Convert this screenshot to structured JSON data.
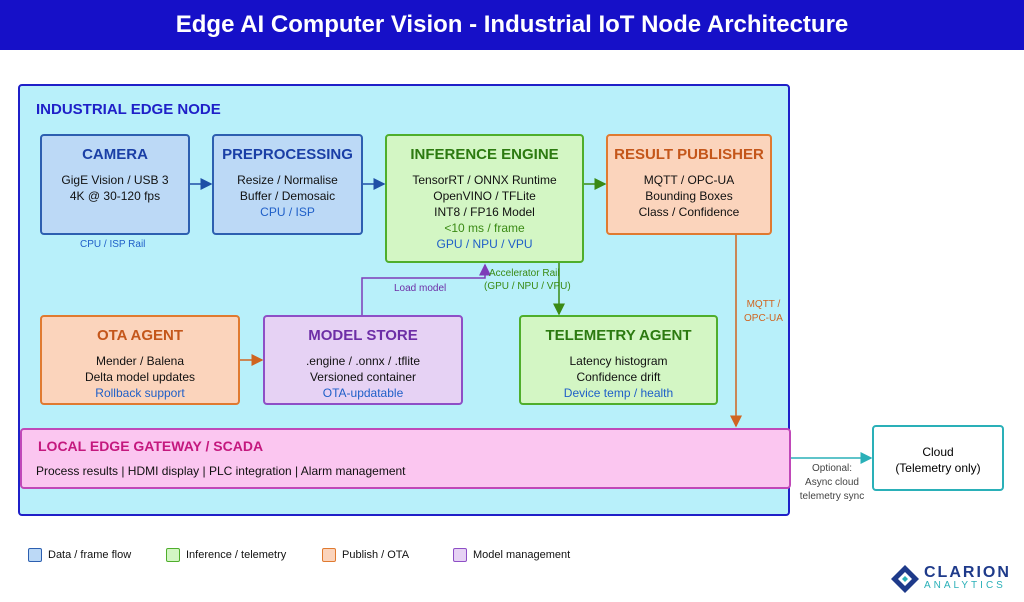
{
  "title": "Edge AI Computer Vision - Industrial IoT Node Architecture",
  "edge_node": {
    "label": "INDUSTRIAL EDGE NODE"
  },
  "camera": {
    "title": "CAMERA",
    "lines": [
      "GigE Vision / USB 3",
      "4K @ 30-120 fps"
    ],
    "rail": "CPU / ISP Rail"
  },
  "preprocessing": {
    "title": "PREPROCESSING",
    "lines": [
      "Resize / Normalise",
      "Buffer / Demosaic",
      "CPU / ISP"
    ]
  },
  "inference": {
    "title": "INFERENCE ENGINE",
    "lines": [
      "TensorRT / ONNX Runtime",
      "OpenVINO / TFLite",
      "INT8 / FP16 Model",
      "<10 ms / frame",
      "GPU / NPU / VPU"
    ]
  },
  "publisher": {
    "title": "RESULT PUBLISHER",
    "lines": [
      "MQTT / OPC-UA",
      "Bounding Boxes",
      "Class / Confidence"
    ]
  },
  "ota": {
    "title": "OTA AGENT",
    "lines": [
      "Mender / Balena",
      "Delta model updates",
      "Rollback support"
    ]
  },
  "model_store": {
    "title": "MODEL STORE",
    "lines": [
      ".engine / .onnx / .tflite",
      "Versioned container",
      "OTA-updatable"
    ]
  },
  "telemetry": {
    "title": "TELEMETRY AGENT",
    "lines": [
      "Latency histogram",
      "Confidence drift",
      "Device temp / health"
    ]
  },
  "gateway": {
    "title": "LOCAL EDGE GATEWAY / SCADA",
    "desc": "Process results | HDMI display | PLC integration | Alarm management"
  },
  "cloud": {
    "lines": [
      "Cloud",
      "(Telemetry only)"
    ]
  },
  "labels": {
    "load_model": "Load model",
    "accel_rail": [
      "Accelerator Rail",
      "(GPU / NPU / VPU)"
    ],
    "mqtt": [
      "MQTT /",
      "OPC-UA"
    ],
    "optional": [
      "Optional:",
      "Async cloud",
      "telemetry sync"
    ]
  },
  "legend": [
    "Data / frame flow",
    "Inference / telemetry",
    "Publish / OTA",
    "Model management"
  ],
  "logo": {
    "name": "CLARION",
    "sub": "ANALYTICS"
  },
  "colors": {
    "header": "#1610c8",
    "edge_node_fill": "#b8f0fa",
    "blue": "#bcd9f6",
    "green": "#d3f6c4",
    "orange": "#fbd4bc",
    "purple": "#e6d2f4",
    "gateway": "#fbc6f0",
    "cloud_border": "#2ab0b8"
  }
}
